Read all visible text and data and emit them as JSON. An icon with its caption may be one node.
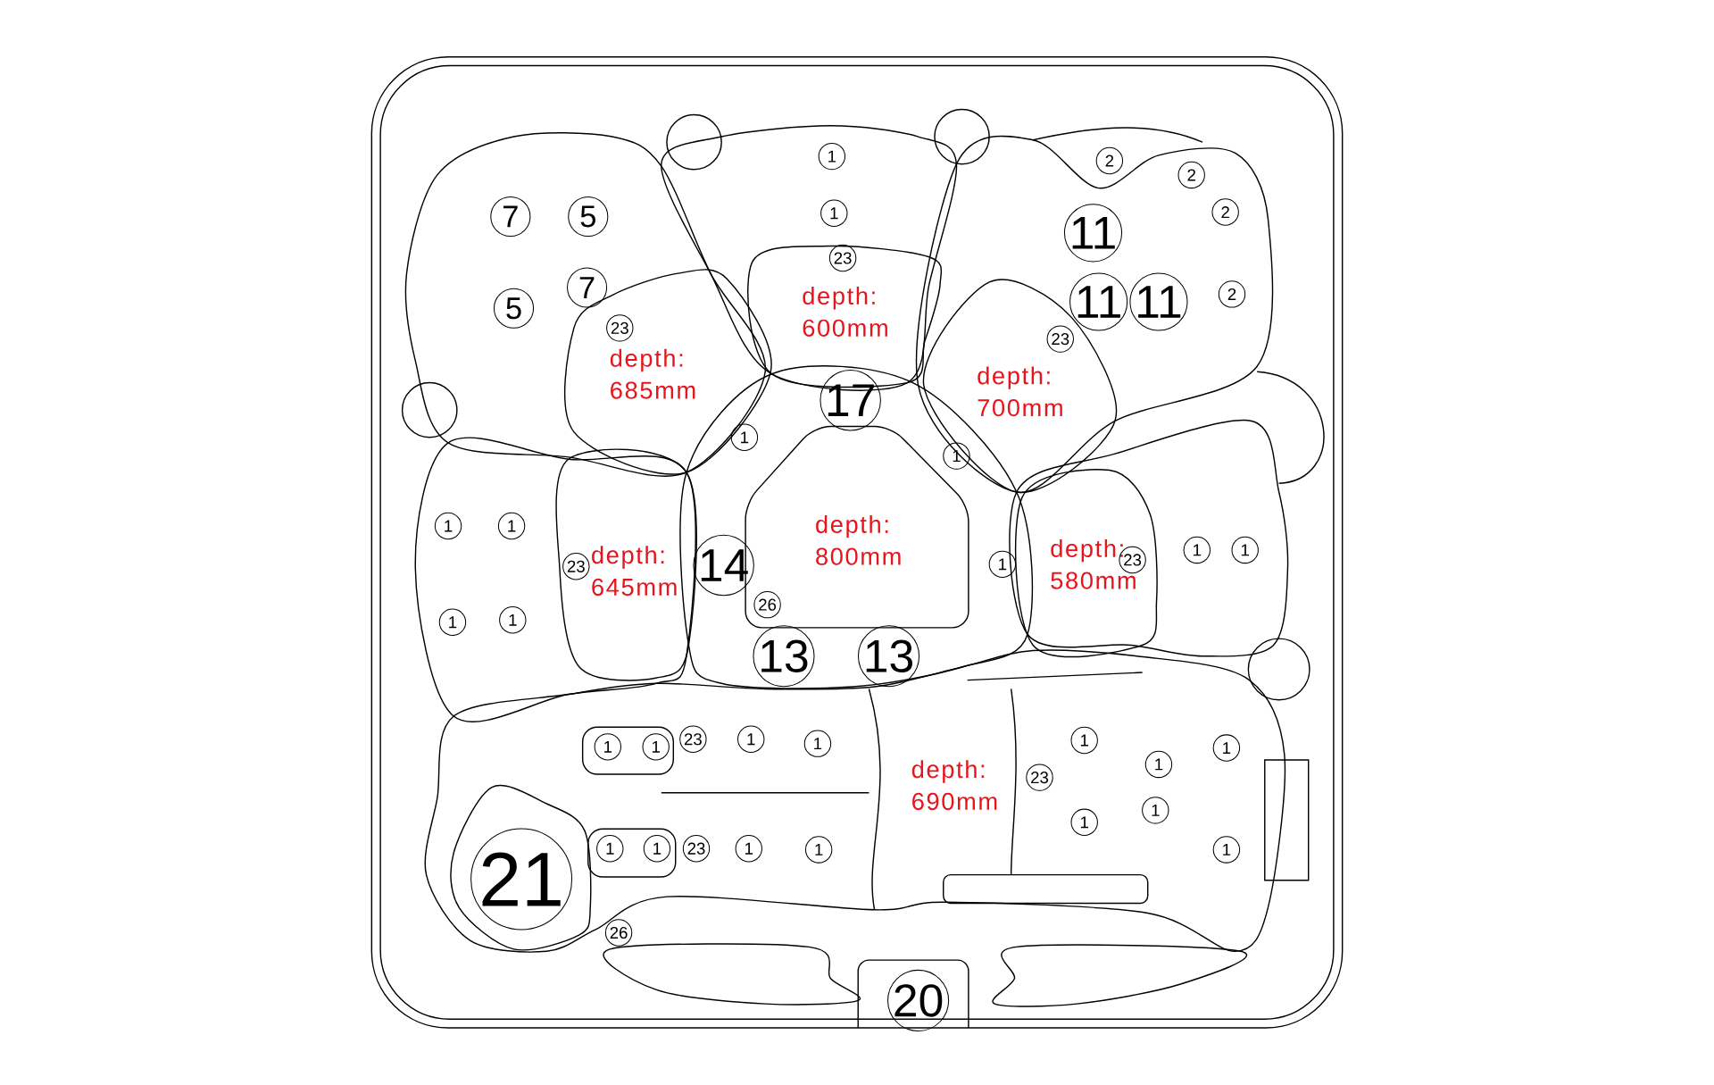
{
  "diagram": {
    "labels": [
      "1",
      "2",
      "2",
      "1",
      "2",
      "7",
      "5",
      "11",
      "23",
      "7",
      "2",
      "11",
      "11",
      "5",
      "depth: 600mm",
      "23",
      "23",
      "depth: 685mm",
      "depth: 700mm",
      "17",
      "1",
      "1",
      "1",
      "1",
      "23",
      "depth: 645mm",
      "14",
      "depth: 800mm",
      "1",
      "depth: 580mm",
      "23",
      "1",
      "1",
      "26",
      "1",
      "1",
      "13",
      "13",
      "1",
      "1",
      "23",
      "1",
      "1",
      "1",
      "1",
      "depth: 690mm",
      "23",
      "1",
      "1",
      "1",
      "1",
      "1",
      "23",
      "1",
      "1",
      "1",
      "21",
      "26",
      "20"
    ]
  }
}
